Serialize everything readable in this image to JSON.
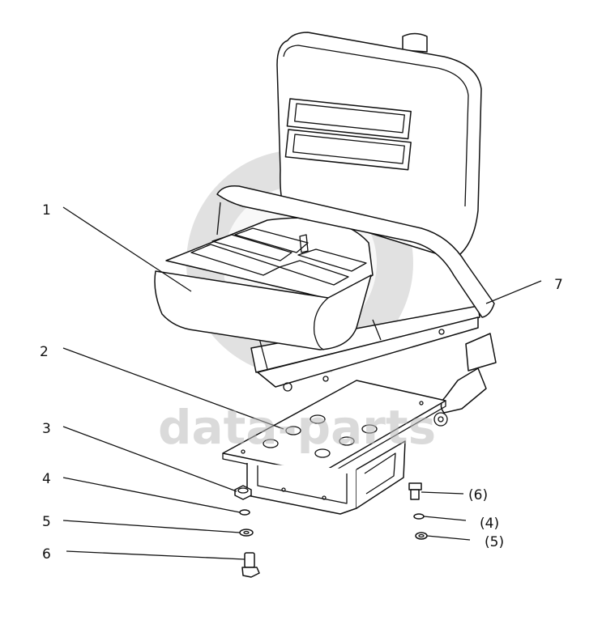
{
  "watermark": {
    "text": "data-parts"
  },
  "callouts": [
    {
      "id": "1",
      "label": "1"
    },
    {
      "id": "2",
      "label": "2"
    },
    {
      "id": "3",
      "label": "3"
    },
    {
      "id": "4",
      "label": "4"
    },
    {
      "id": "5",
      "label": "5"
    },
    {
      "id": "6",
      "label": "6"
    },
    {
      "id": "7",
      "label": "7"
    },
    {
      "id": "6r",
      "label": "(6)"
    },
    {
      "id": "4r",
      "label": "(4)"
    },
    {
      "id": "5r",
      "label": "(5)"
    }
  ]
}
